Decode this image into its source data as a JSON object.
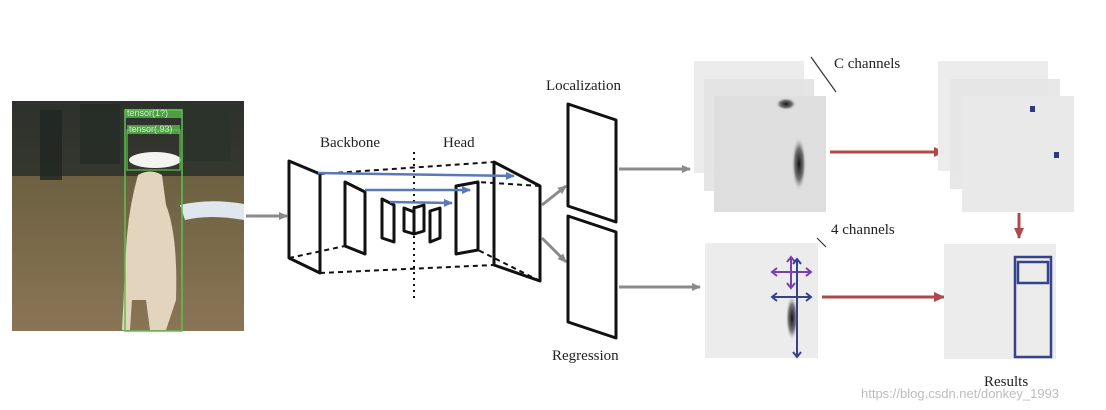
{
  "labels": {
    "backbone": "Backbone",
    "head": "Head",
    "localization": "Localization",
    "regression": "Regression",
    "c_channels": "C channels",
    "four_channels": "4 channels",
    "results": "Results"
  },
  "detections": [
    "tensor(1?)",
    "tensor(.93)"
  ],
  "watermark": "https://blog.csdn.net/donkey_1993",
  "colors": {
    "arrow_gray": "#8a8a8a",
    "arrow_red": "#b0484a",
    "feature_blue": "#5a78b8",
    "box_purple": "#7a3fb0",
    "box_navy": "#34438c",
    "detect_green": "#5cc24f"
  }
}
